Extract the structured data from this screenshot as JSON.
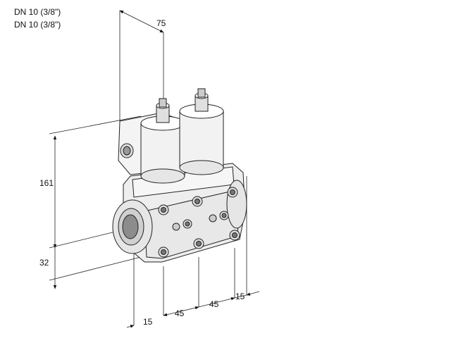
{
  "header": {
    "line1": "DN 10 (3/8\")",
    "line2": "DN 10 (3/8\")"
  },
  "dimensions": {
    "top_width": "75",
    "height": "161",
    "lower_height": "32",
    "left_offset": "15",
    "pitch_1": "45",
    "pitch_2": "45",
    "right_offset": "15"
  }
}
